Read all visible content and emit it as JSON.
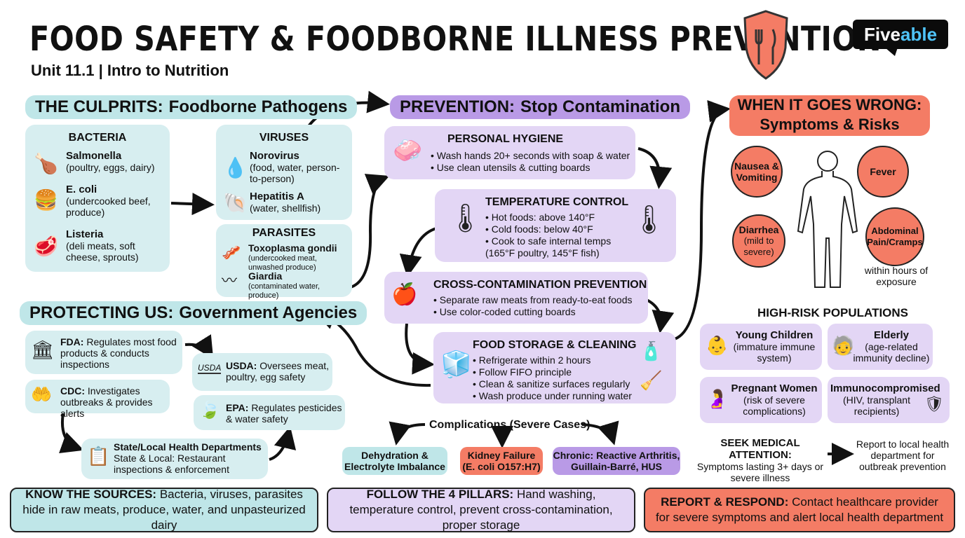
{
  "header": {
    "title": "FOOD SAFETY & FOODBORNE ILLNESS PREVENTION",
    "subtitle": "Unit 11.1 | Intro to Nutrition",
    "logo_left": "Five",
    "logo_right": "able"
  },
  "culprits": {
    "heading_bold": "THE CULPRITS:",
    "heading_rest": "Foodborne Pathogens",
    "bacteria": {
      "title": "BACTERIA",
      "items": [
        {
          "name": "Salmonella",
          "desc": "(poultry, eggs, dairy)",
          "icon": "drumstick-icon"
        },
        {
          "name": "E. coli",
          "desc": "(undercooked beef, produce)",
          "icon": "burger-icon"
        },
        {
          "name": "Listeria",
          "desc": "(deli meats, soft cheese, sprouts)",
          "icon": "deli-meat-icon"
        }
      ]
    },
    "viruses": {
      "title": "VIRUSES",
      "items": [
        {
          "name": "Norovirus",
          "desc": "(food, water, person-to-person)",
          "icon": "water-drop-icon"
        },
        {
          "name": "Hepatitis A",
          "desc": "(water, shellfish)",
          "icon": "shell-icon"
        }
      ]
    },
    "parasites": {
      "title": "PARASITES",
      "items": [
        {
          "name": "Toxoplasma gondii",
          "desc": "(undercooked meat, unwashed produce)",
          "icon": "steak-icon"
        },
        {
          "name": "Giardia",
          "desc": "(contaminated water, produce)",
          "icon": "water-waves-icon"
        }
      ]
    }
  },
  "agencies": {
    "heading_bold": "PROTECTING US:",
    "heading_rest": "Government Agencies",
    "fda": {
      "bold": "FDA:",
      "text": "Regulates most food products & conducts inspections"
    },
    "usda": {
      "bold": "USDA:",
      "text": "Oversees meat, poultry, egg safety",
      "logo": "USDA"
    },
    "cdc": {
      "bold": "CDC:",
      "text": "Investigates outbreaks & provides alerts"
    },
    "epa": {
      "bold": "EPA:",
      "text": "Regulates pesticides & water safety"
    },
    "state": {
      "title": "State/Local Health Departments",
      "text": "State & Local: Restaurant inspections & enforcement"
    }
  },
  "prevention": {
    "heading_bold": "PREVENTION:",
    "heading_rest": "Stop Contamination",
    "hygiene": {
      "title": "PERSONAL HYGIENE",
      "bullets": [
        "Wash hands 20+ seconds with soap & water",
        "Use clean utensils & cutting boards"
      ]
    },
    "temperature": {
      "title": "TEMPERATURE CONTROL",
      "bullets": [
        "Hot foods: above 140°F",
        "Cold foods: below 40°F",
        "Cook to safe internal temps (165°F poultry, 145°F fish)"
      ]
    },
    "cross": {
      "title": "CROSS-CONTAMINATION PREVENTION",
      "bullets": [
        "Separate raw meats from ready-to-eat foods",
        "Use color-coded cutting boards"
      ]
    },
    "storage": {
      "title": "FOOD STORAGE & CLEANING",
      "bullets": [
        "Refrigerate within 2 hours",
        "Follow FIFO principle",
        "Clean & sanitize surfaces regularly",
        "Wash produce under running water"
      ]
    }
  },
  "complications": {
    "title": "Complications (Severe Cases)",
    "items": [
      {
        "text": "Dehydration & Electrolyte Imbalance"
      },
      {
        "text": "Kidney Failure (E. coli O157:H7)"
      },
      {
        "bold": "Chronic:",
        "text": "Reactive Arthritis, Guillain-Barré, HUS"
      }
    ]
  },
  "symptoms": {
    "heading_line1": "WHEN IT GOES WRONG:",
    "heading_line2": "Symptoms & Risks",
    "items": [
      "Nausea & Vomiting",
      "Fever",
      "Diarrhea",
      "Abdominal Pain/Cramps"
    ],
    "diarrhea_note": "(mild to severe)",
    "timing": "within hours of exposure"
  },
  "high_risk": {
    "title": "HIGH-RISK POPULATIONS",
    "groups": [
      {
        "name": "Young Children",
        "desc": "(immature immune system)",
        "icon": "baby-icon"
      },
      {
        "name": "Elderly",
        "desc": "(age-related immunity decline)",
        "icon": "elderly-icon"
      },
      {
        "name": "Pregnant Women",
        "desc": "(risk of severe complications)",
        "icon": "pregnant-icon"
      },
      {
        "name": "Immunocompromised",
        "desc": "(HIV, transplant recipients)",
        "icon": "shield-virus-icon"
      }
    ]
  },
  "medical": {
    "title": "SEEK MEDICAL ATTENTION:",
    "text": "Symptoms lasting 3+ days or severe illness",
    "report": "Report to local health department for outbreak prevention"
  },
  "footer": {
    "sources": {
      "bold": "KNOW THE SOURCES:",
      "text": "Bacteria, viruses, parasites hide in raw meats, produce, water, and unpasteurized dairy"
    },
    "pillars": {
      "bold": "FOLLOW THE 4 PILLARS:",
      "text": "Hand washing, temperature control, prevent cross-contamination, proper storage"
    },
    "report": {
      "bold": "REPORT & RESPOND:",
      "text": "Contact healthcare provider for severe symptoms and alert local health department"
    }
  },
  "colors": {
    "teal": "#bfe6e8",
    "purple": "#b99ae6",
    "coral": "#f47c65"
  }
}
